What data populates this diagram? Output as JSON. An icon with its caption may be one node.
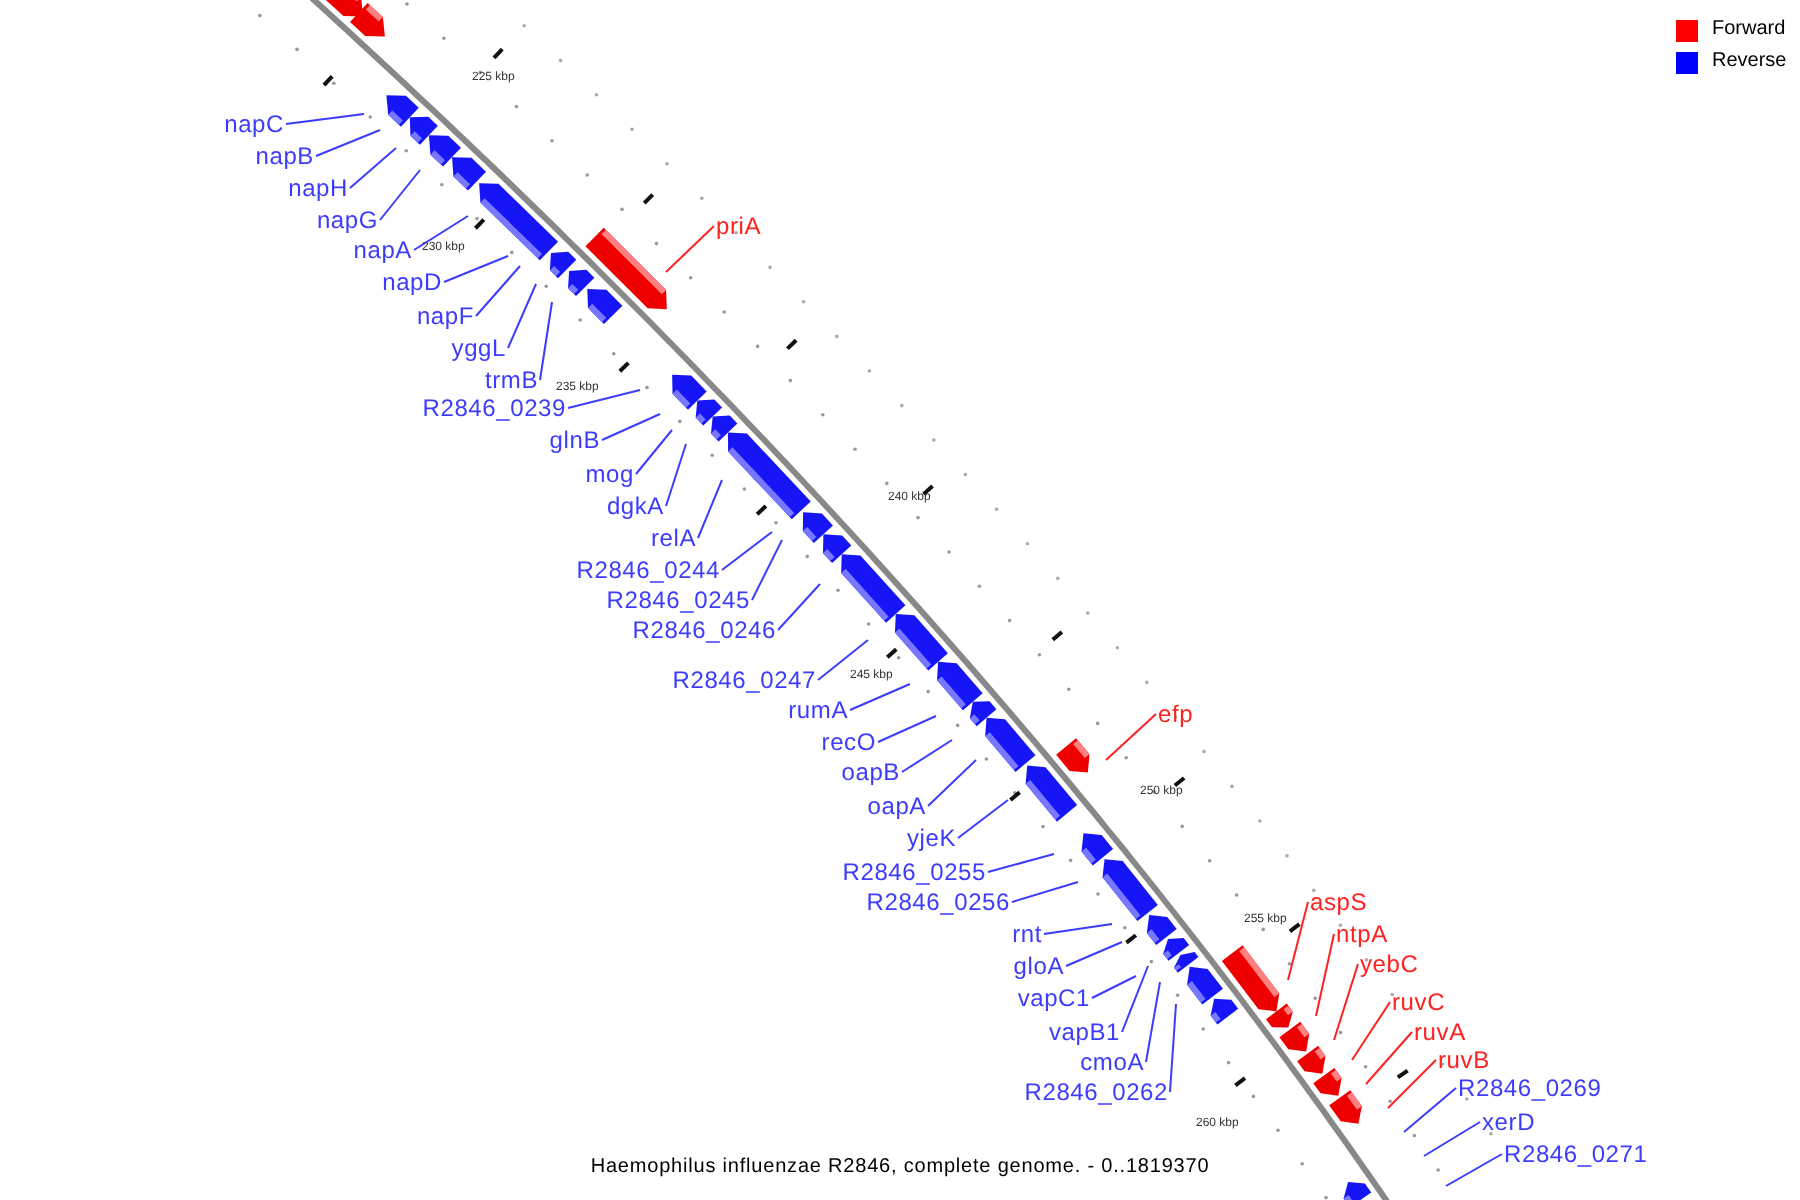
{
  "diagram": {
    "caption": "Haemophilus influenzae R2846, complete genome. - 0..1819370",
    "nodes": [
      {
        "text": [
          "napC"
        ]
      },
      {
        "text": [
          "napB"
        ]
      },
      {
        "text": [
          "napH"
        ]
      },
      {
        "text": [
          "napG"
        ]
      },
      {
        "text": [
          "napA"
        ]
      },
      {
        "text": [
          "napD"
        ]
      },
      {
        "text": [
          "napF"
        ]
      },
      {
        "text": [
          "yggL"
        ]
      },
      {
        "text": [
          "trmB"
        ]
      },
      {
        "text": [
          "R2846_0239"
        ]
      },
      {
        "text": [
          "glnB"
        ]
      },
      {
        "text": [
          "mog"
        ]
      },
      {
        "text": [
          "dgkA"
        ]
      },
      {
        "text": [
          "relA"
        ]
      },
      {
        "text": [
          "R2846_0244"
        ]
      },
      {
        "text": [
          "R2846_0245"
        ]
      },
      {
        "text": [
          "R2846_0246"
        ]
      },
      {
        "text": [
          "R2846_0247"
        ]
      },
      {
        "text": [
          "rumA"
        ]
      },
      {
        "text": [
          "recO"
        ]
      },
      {
        "text": [
          "oapB"
        ]
      },
      {
        "text": [
          "oapA"
        ]
      },
      {
        "text": [
          "yjeK"
        ]
      },
      {
        "text": [
          "R2846_0255"
        ]
      },
      {
        "text": [
          "R2846_0256"
        ]
      },
      {
        "text": [
          "rnt"
        ]
      },
      {
        "text": [
          "gloA"
        ]
      },
      {
        "text": [
          "vapC1"
        ]
      },
      {
        "text": [
          "vapB1"
        ]
      },
      {
        "text": [
          "cmoA"
        ]
      },
      {
        "text": [
          "R2846_0262"
        ]
      },
      {
        "text": [
          "R2846_0269"
        ]
      },
      {
        "text": [
          "xerD"
        ]
      },
      {
        "text": [
          "R2846_0271"
        ]
      },
      {
        "text": [
          "priA"
        ]
      },
      {
        "text": [
          "efp"
        ]
      },
      {
        "text": [
          "aspS"
        ]
      },
      {
        "text": [
          "ntpA"
        ]
      },
      {
        "text": [
          "yebC"
        ]
      },
      {
        "text": [
          "ruvC"
        ]
      },
      {
        "text": [
          "ruvA"
        ]
      },
      {
        "text": [
          "ruvB"
        ]
      }
    ],
    "edges": [
      {
        "from": 0,
        "to": null,
        "arrow": "none"
      },
      {
        "from": 1,
        "to": null,
        "arrow": "none"
      },
      {
        "from": 2,
        "to": null,
        "arrow": "none"
      },
      {
        "from": 3,
        "to": null,
        "arrow": "none"
      },
      {
        "from": 4,
        "to": null,
        "arrow": "none"
      },
      {
        "from": 5,
        "to": null,
        "arrow": "none"
      },
      {
        "from": 6,
        "to": null,
        "arrow": "none"
      },
      {
        "from": 7,
        "to": null,
        "arrow": "none"
      },
      {
        "from": 8,
        "to": null,
        "arrow": "none"
      },
      {
        "from": 9,
        "to": null,
        "arrow": "none"
      },
      {
        "from": 10,
        "to": null,
        "arrow": "none"
      },
      {
        "from": 11,
        "to": null,
        "arrow": "none"
      },
      {
        "from": 12,
        "to": null,
        "arrow": "none"
      },
      {
        "from": 13,
        "to": null,
        "arrow": "none"
      },
      {
        "from": 14,
        "to": null,
        "arrow": "none"
      },
      {
        "from": 15,
        "to": null,
        "arrow": "none"
      },
      {
        "from": 16,
        "to": null,
        "arrow": "none"
      },
      {
        "from": 17,
        "to": null,
        "arrow": "none"
      },
      {
        "from": 18,
        "to": null,
        "arrow": "none"
      },
      {
        "from": 19,
        "to": null,
        "arrow": "none"
      },
      {
        "from": 20,
        "to": null,
        "arrow": "none"
      },
      {
        "from": 21,
        "to": null,
        "arrow": "none"
      },
      {
        "from": 22,
        "to": null,
        "arrow": "none"
      },
      {
        "from": 23,
        "to": null,
        "arrow": "none"
      },
      {
        "from": 24,
        "to": null,
        "arrow": "none"
      },
      {
        "from": 25,
        "to": null,
        "arrow": "none"
      },
      {
        "from": 26,
        "to": null,
        "arrow": "none"
      },
      {
        "from": 27,
        "to": null,
        "arrow": "none"
      },
      {
        "from": 28,
        "to": null,
        "arrow": "none"
      },
      {
        "from": 29,
        "to": null,
        "arrow": "none"
      },
      {
        "from": 30,
        "to": null,
        "arrow": "none"
      },
      {
        "from": 31,
        "to": null,
        "arrow": "none"
      },
      {
        "from": 32,
        "to": null,
        "arrow": "none"
      },
      {
        "from": 33,
        "to": null,
        "arrow": "none"
      },
      {
        "from": 34,
        "to": null,
        "arrow": "none",
        "color": "#ff2020"
      },
      {
        "from": 35,
        "to": null,
        "arrow": "none",
        "color": "#ff2020"
      },
      {
        "from": 36,
        "to": null,
        "arrow": "none",
        "color": "#ff2020"
      },
      {
        "from": 37,
        "to": null,
        "arrow": "none",
        "color": "#ff2020"
      },
      {
        "from": 38,
        "to": null,
        "arrow": "none",
        "color": "#ff2020"
      },
      {
        "from": 39,
        "to": null,
        "arrow": "none",
        "color": "#ff2020"
      },
      {
        "from": 40,
        "to": null,
        "arrow": "none",
        "color": "#ff2020"
      },
      {
        "from": 41,
        "to": null,
        "arrow": "none",
        "color": "#ff2020"
      }
    ],
    "labels": [
      "225 kbp",
      "230 kbp",
      "235 kbp",
      "240 kbp",
      "245 kbp",
      "250 kbp",
      "255 kbp",
      "260 kbp"
    ],
    "legend": [
      {
        "text": "Forward",
        "color": "#ff0000"
      },
      {
        "text": "Reverse",
        "color": "#0000ff"
      }
    ]
  }
}
